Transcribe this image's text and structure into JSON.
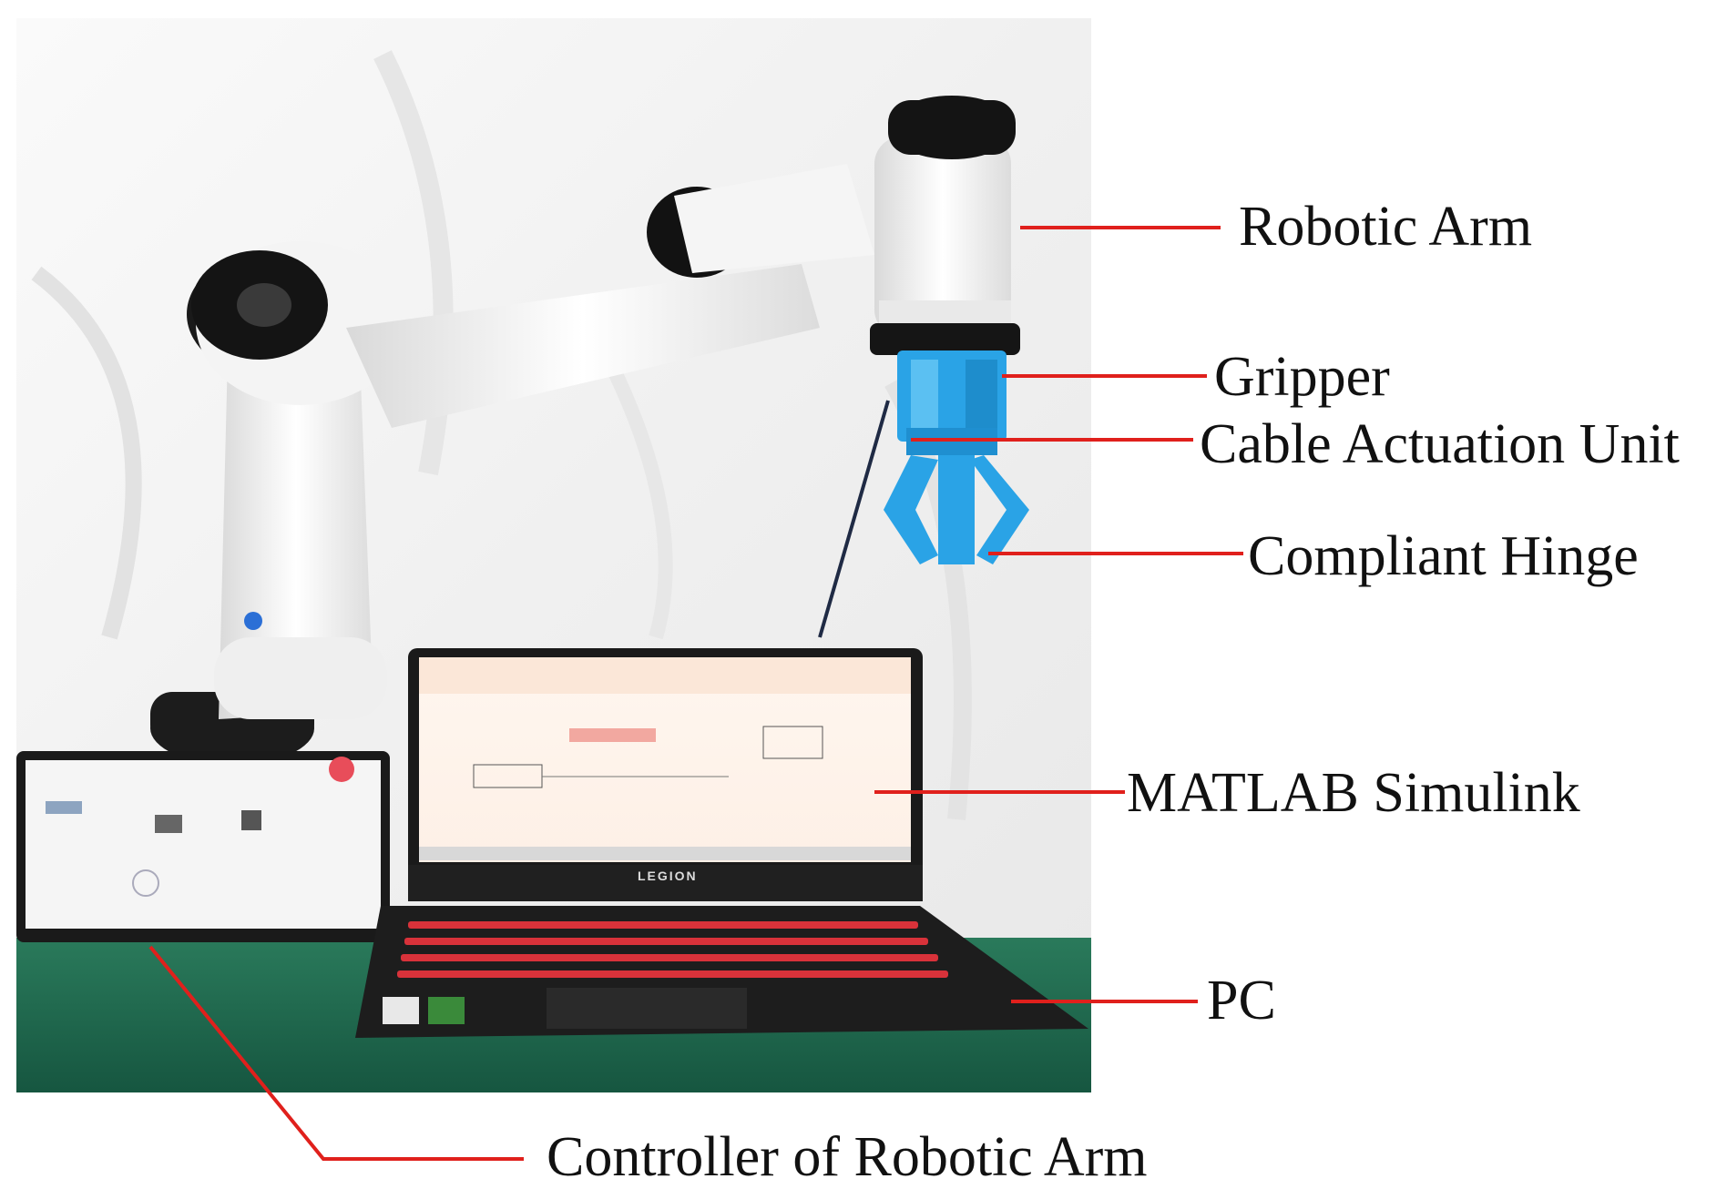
{
  "figure": {
    "labels": {
      "robotic_arm": "Robotic Arm",
      "gripper": "Gripper",
      "cable_actuation_unit": "Cable Actuation Unit",
      "compliant_hinge": "Compliant Hinge",
      "matlab_simulink": "MATLAB Simulink",
      "pc": "PC",
      "controller": "Controller of Robotic Arm"
    },
    "laptop_brand": "LEGION",
    "colors": {
      "leader_line": "#e0201c",
      "gripper": "#2aa3e6",
      "arm_body": "#f2f2f2",
      "arm_joint": "#1a1a1a",
      "table": "#1f6b4f",
      "keyboard_backlight": "#d8323a"
    }
  }
}
